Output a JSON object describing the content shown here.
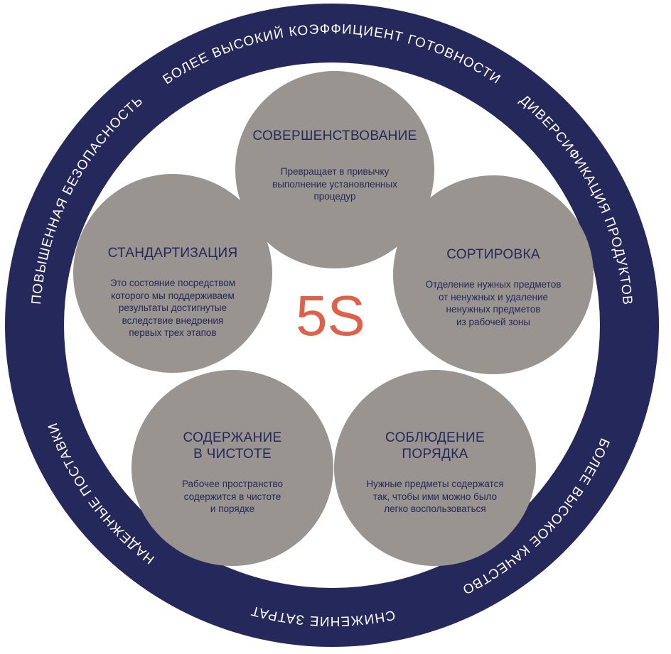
{
  "center_label": "5S",
  "center_color": "#e0614a",
  "ring_color": "#25285a",
  "circle_color": "#99948f",
  "ring_labels": {
    "top": "БОЛЕЕ ВЫСОКИЙ КОЭФФИЦИЕНТ ГОТОВНОСТИ",
    "right": "ДИВЕРСИФИКАЦИЯ ПРОДУКТОВ",
    "bottom_right": "БОЛЕЕ ВЫСОКОЕ КАЧЕСТВО",
    "bottom": "СНИЖЕНИЕ ЗАТРАТ",
    "bottom_left": "НАДЕЖНЫЕ ПОСТАВКИ",
    "left": "ПОВЫШЕННАЯ БЕЗОПАСНОСТЬ"
  },
  "circles": {
    "top": {
      "title": "СОВЕРШЕНСТВОВАНИЕ",
      "description": "Превращает в привычку\nвыполнение установленных\nпроцедур"
    },
    "left": {
      "title": "СТАНДАРТИЗАЦИЯ",
      "description": "Это состояние посредством\nкоторого мы поддерживаем\nрезультаты достигнутые\nвследствие внедрения\nпервых трех этапов"
    },
    "right": {
      "title": "СОРТИРОВКА",
      "description": "Отделение нужных предметов\nот ненужных и удаление\nненужных предметов\nиз рабочей зоны"
    },
    "bottom_left": {
      "title": "СОДЕРЖАНИЕ\nВ ЧИСТОТЕ",
      "description": "Рабочее пространство\nсодержится в чистоте\nи порядке"
    },
    "bottom_right": {
      "title": "СОБЛЮДЕНИЕ\nПОРЯДКА",
      "description": "Нужные предметы содержатся\nтак, чтобы ими можно было\nлегко воспользоваться"
    }
  }
}
